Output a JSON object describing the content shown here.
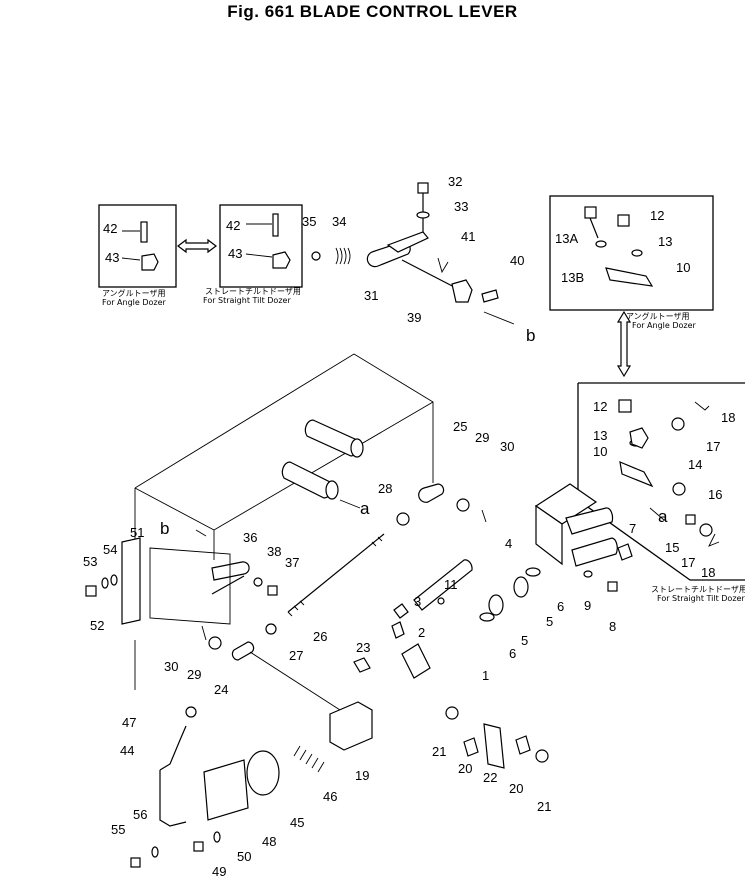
{
  "title": "Fig. 661   BLADE CONTROL LEVER",
  "captions": {
    "angle_dozer_jp": "アングルトーザ用",
    "angle_dozer_en": "For Angle Dozer",
    "straight_tilt_jp": "ストレートチルトドーザ用",
    "straight_tilt_en": "For Straight Tilt Dozer"
  },
  "labels": {
    "a": "a",
    "b": "b"
  },
  "parts": [
    "1",
    "2",
    "3",
    "4",
    "5",
    "6",
    "7",
    "8",
    "9",
    "10",
    "11",
    "12",
    "13",
    "13A",
    "13B",
    "14",
    "15",
    "16",
    "17",
    "18",
    "19",
    "20",
    "21",
    "22",
    "23",
    "24",
    "25",
    "26",
    "27",
    "28",
    "29",
    "30",
    "31",
    "32",
    "33",
    "34",
    "35",
    "36",
    "37",
    "38",
    "39",
    "40",
    "41",
    "42",
    "43",
    "44",
    "45",
    "46",
    "47",
    "48",
    "49",
    "50",
    "51",
    "52",
    "53",
    "54",
    "55",
    "56"
  ]
}
